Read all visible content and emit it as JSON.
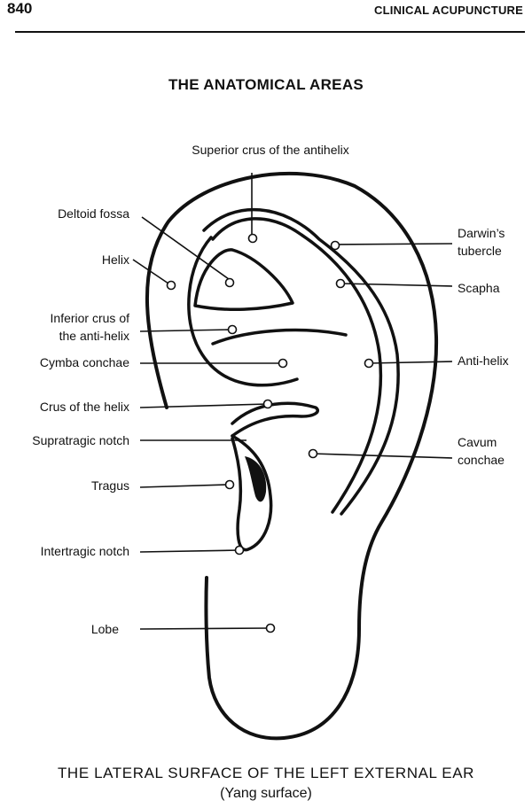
{
  "header": {
    "page_number": "840",
    "running_title": "CLINICAL ACUPUNCTURE"
  },
  "title": "THE ANATOMICAL AREAS",
  "labels": {
    "superior_crus": "Superior crus of the antihelix",
    "deltoid_fossa": "Deltoid fossa",
    "helix": "Helix",
    "inferior_crus_line1": "Inferior crus of",
    "inferior_crus_line2": "the anti-helix",
    "cymba_conchae": "Cymba conchae",
    "crus_of_helix": "Crus of the helix",
    "supratragic_notch": "Supratragic notch",
    "tragus": "Tragus",
    "intertragic_notch": "Intertragic notch",
    "lobe": "Lobe",
    "darwins_line1": "Darwin’s",
    "darwins_line2": "tubercle",
    "scapha": "Scapha",
    "antihelix": "Anti-helix",
    "cavum_line1": "Cavum",
    "cavum_line2": "conchae"
  },
  "caption": {
    "line1": "THE LATERAL SURFACE OF THE LEFT EXTERNAL EAR",
    "line2": "(Yang surface)"
  }
}
